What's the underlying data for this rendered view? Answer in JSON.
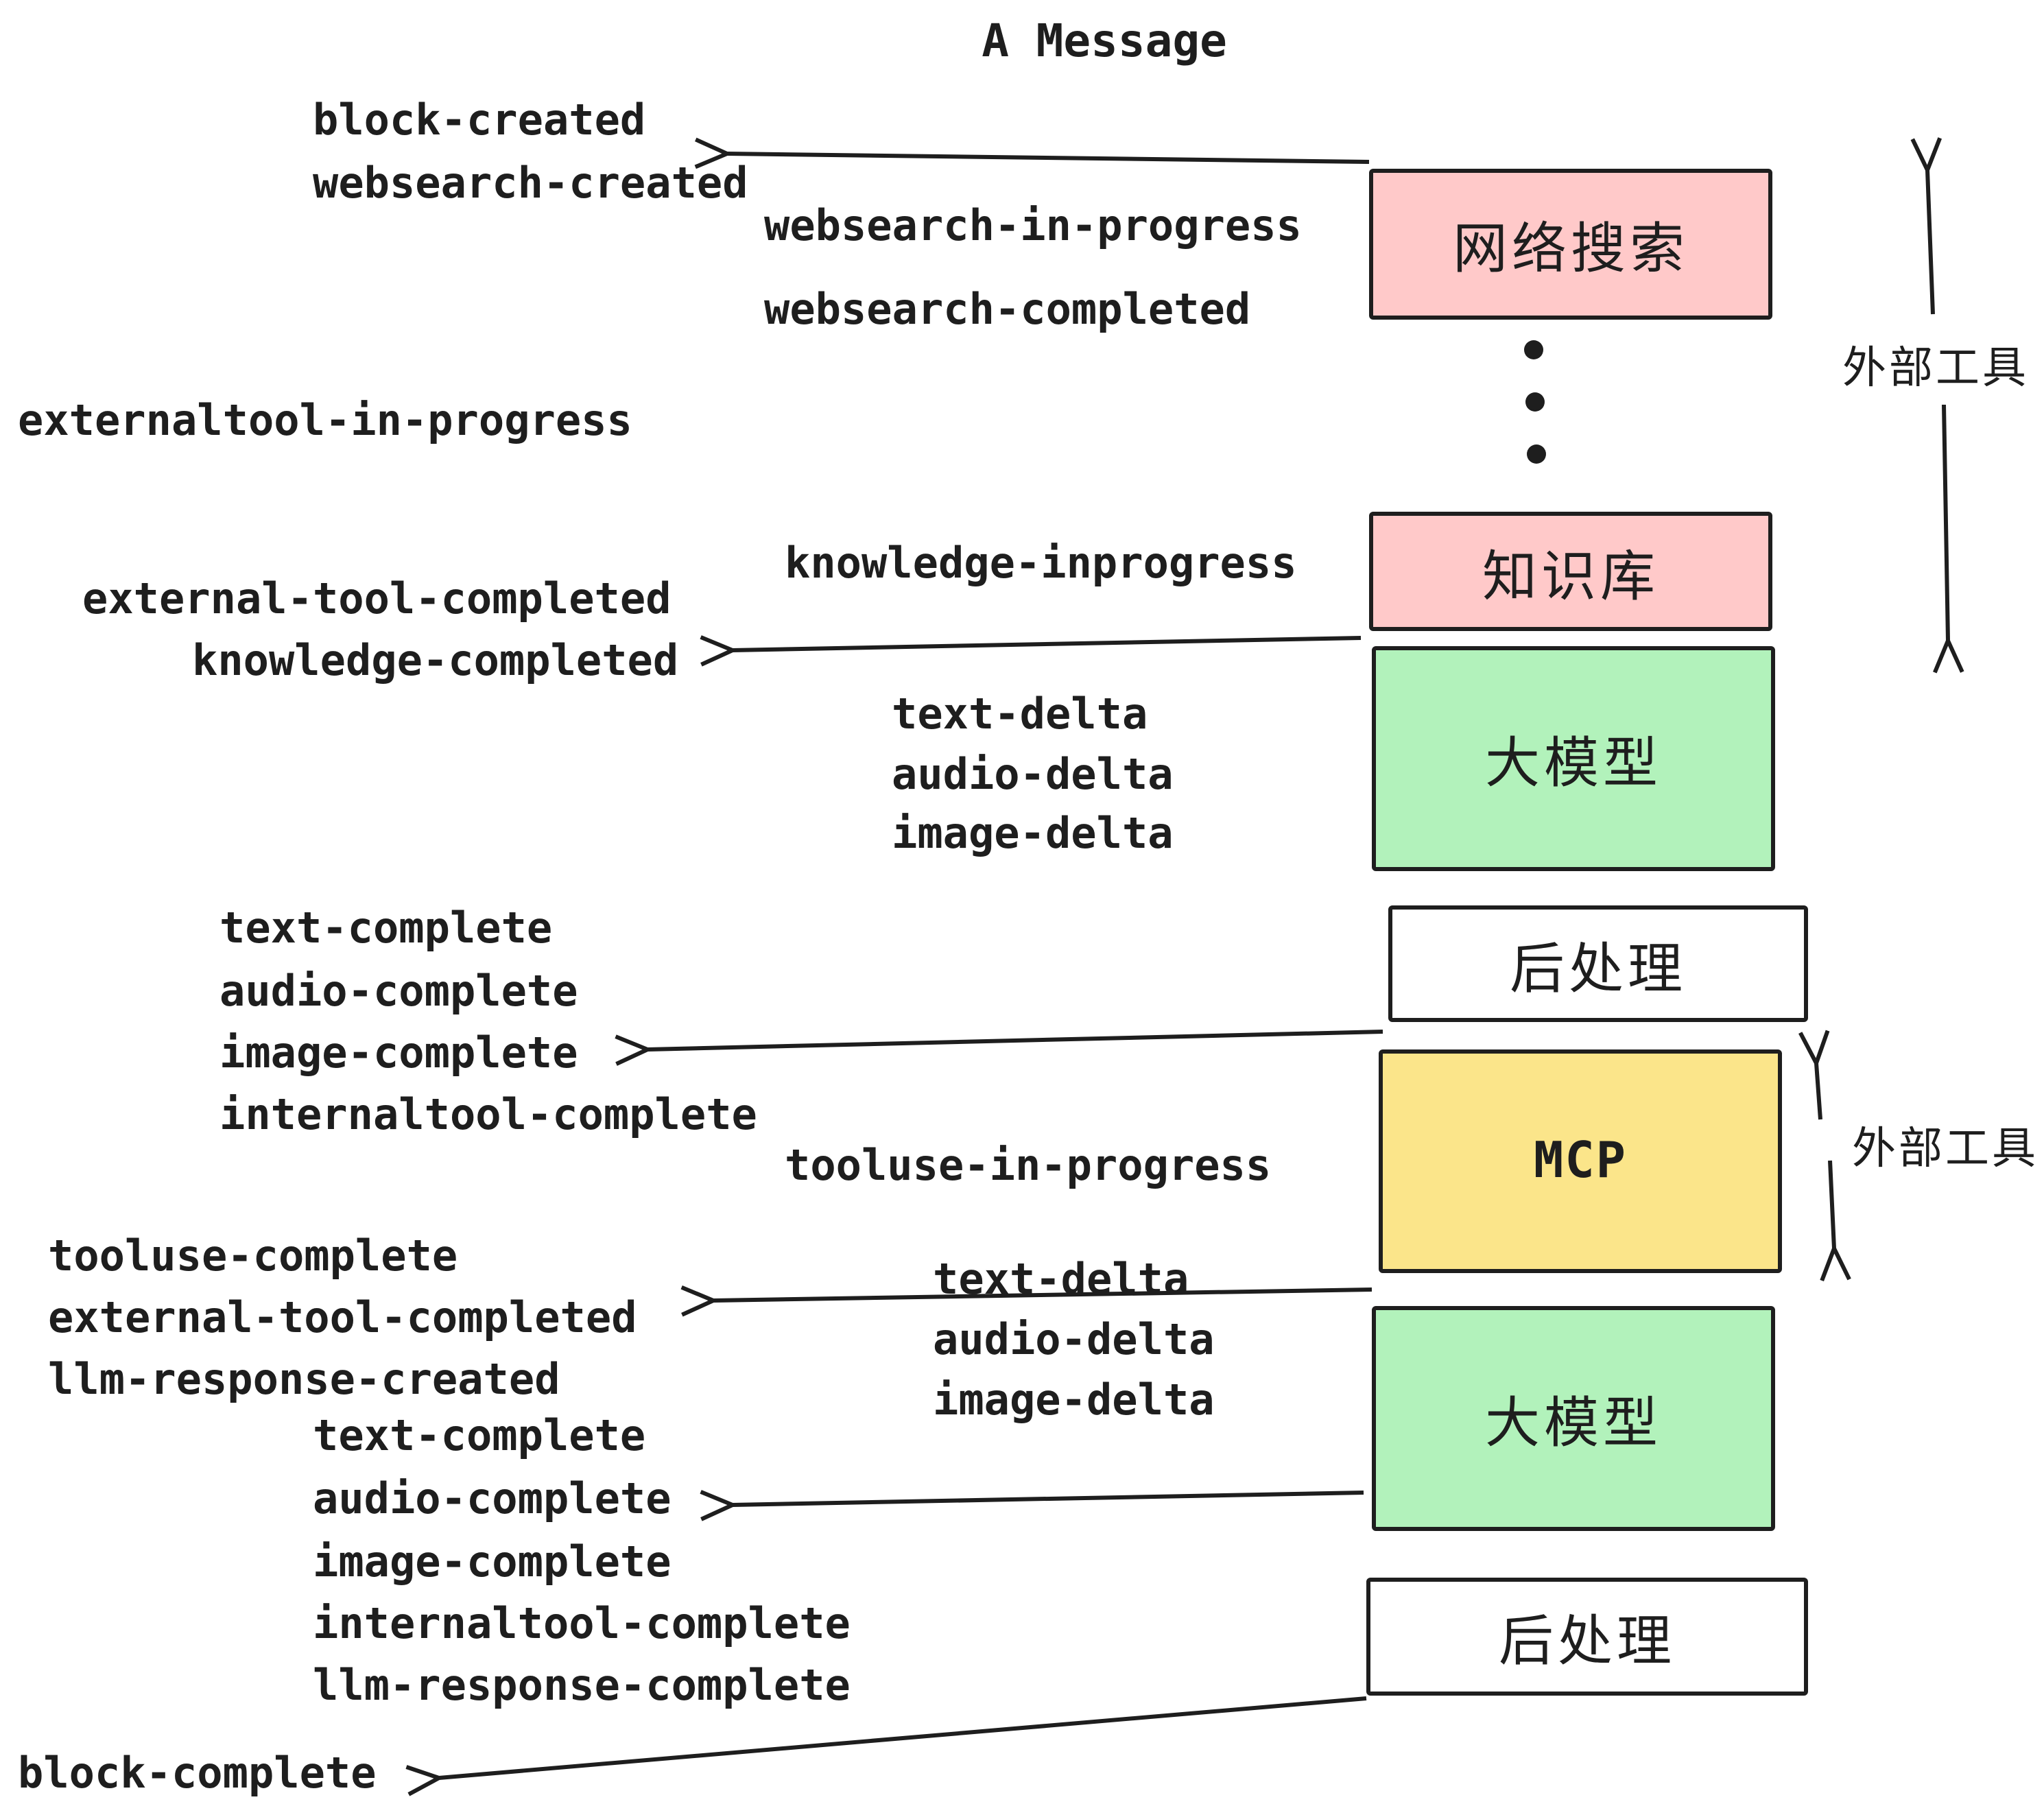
{
  "title": "A Message",
  "events": [
    "block-created",
    "websearch-created",
    "websearch-in-progress",
    "websearch-completed",
    "externaltool-in-progress",
    "external-tool-completed",
    "knowledge-completed",
    "knowledge-inprogress",
    "text-delta",
    "audio-delta",
    "image-delta",
    "text-complete",
    "audio-complete",
    "image-complete",
    "internaltool-complete",
    "tooluse-in-progress",
    "tooluse-complete",
    "external-tool-completed",
    "llm-response-created",
    "text-complete",
    "audio-complete",
    "image-complete",
    "internaltool-complete",
    "llm-response-complete",
    "block-complete"
  ],
  "boxes": [
    {
      "label": "网络搜索",
      "color": "#ffc9c9"
    },
    {
      "label": "知识库",
      "color": "#ffc9c9"
    },
    {
      "label": "大模型",
      "color": "#b2f2bb"
    },
    {
      "label": "后处理",
      "color": "#ffffff"
    },
    {
      "label": "MCP",
      "color": "#fbe58a"
    },
    {
      "label": "大模型",
      "color": "#b2f2bb"
    },
    {
      "label": "后处理",
      "color": "#ffffff"
    }
  ],
  "annotations": [
    "外部工具",
    "外部工具"
  ],
  "colors": {
    "box_pink": "#ffc9c9",
    "box_green": "#b2f2bb",
    "box_yellow": "#fbe58a",
    "box_white": "#ffffff",
    "ink": "#1e1e1e",
    "background": "#ffffff"
  }
}
